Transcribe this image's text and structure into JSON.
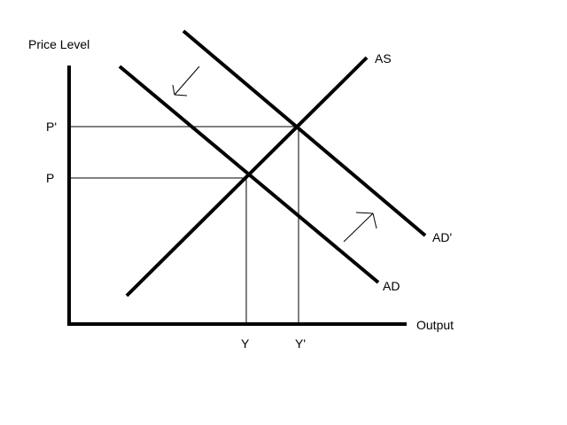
{
  "diagram": {
    "title": "AD-AS shift",
    "y_axis_label": "Price Level",
    "x_axis_label": "Output",
    "price_labels": {
      "original": "P",
      "new": "P'"
    },
    "output_labels": {
      "original": "Y",
      "new": "Y'"
    },
    "curves": {
      "as": "AS",
      "ad": "AD",
      "ad_shifted": "AD'"
    },
    "line_color": "#000000",
    "background": "#ffffff"
  }
}
